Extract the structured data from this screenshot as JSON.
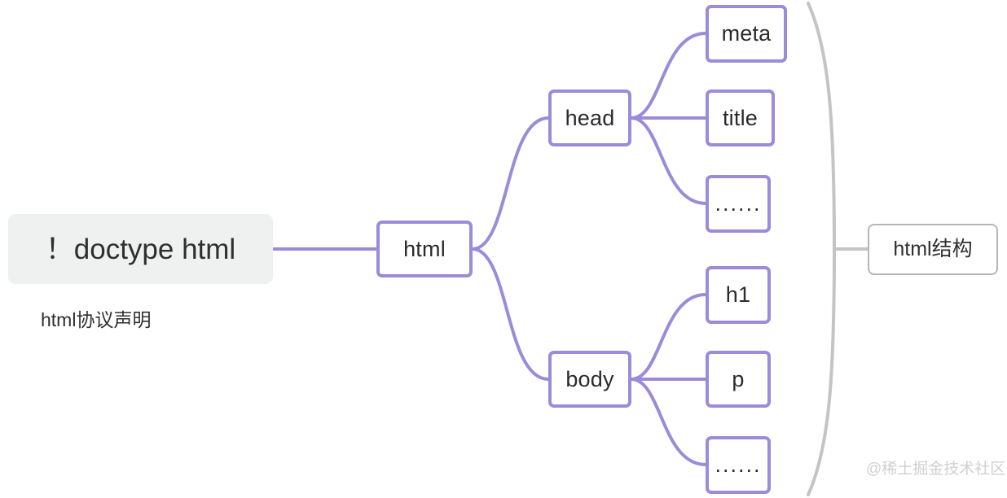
{
  "diagram": {
    "title_label": "！doctype html",
    "caption": "html协议声明",
    "root": {
      "label": "html"
    },
    "branches": [
      {
        "label": "head",
        "children": [
          {
            "label": "meta"
          },
          {
            "label": "title"
          },
          {
            "label": "......"
          }
        ]
      },
      {
        "label": "body",
        "children": [
          {
            "label": "h1"
          },
          {
            "label": "p"
          },
          {
            "label": "......"
          }
        ]
      }
    ],
    "group_label": "html结构",
    "watermark": "@稀土掘金技术社区",
    "colors": {
      "node_border": "#9b8bd8",
      "edge": "#9b8bd8",
      "doctype_background": "#eff0f0",
      "group_border": "#b6b6b6",
      "bracket": "#c4c4c4",
      "text": "#2f2f2f",
      "watermark": "#d0d0d0",
      "background": "#ffffff"
    }
  }
}
